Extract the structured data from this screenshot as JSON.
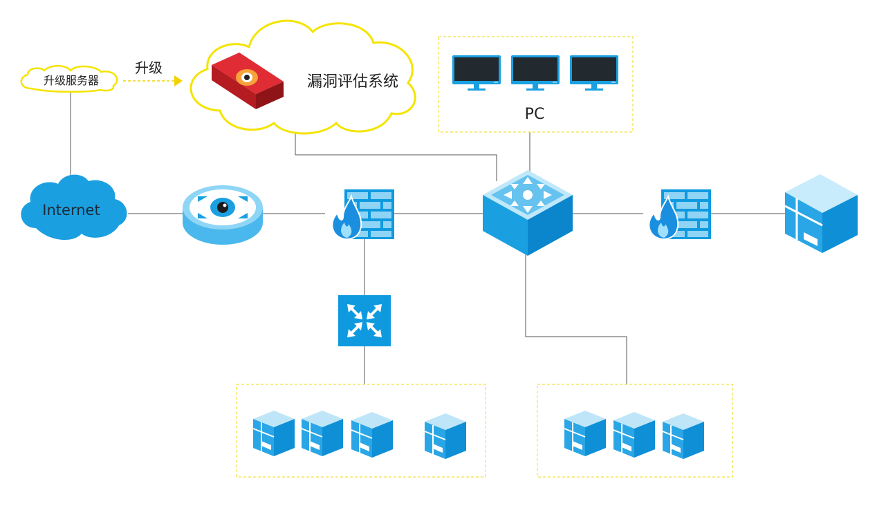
{
  "labels": {
    "upgrade_server": "升级服务器",
    "upgrade_arrow": "升级",
    "vuln_system": "漏洞评估系统",
    "pc_group": "PC",
    "internet": "Internet"
  },
  "colors": {
    "accent_blue": "#0f9ae0",
    "light_blue": "#7fcdf2",
    "dark_blue": "#0b7fc4",
    "cloud_outline": "#f4e400",
    "dashed_box": "#f2e23a",
    "red_device": "#d9272e",
    "line": "#555555"
  },
  "icons": [
    "cloud-icon",
    "eye-icon",
    "firewall-icon",
    "switch-icon",
    "router-icon",
    "server-icon",
    "monitor-icon"
  ]
}
